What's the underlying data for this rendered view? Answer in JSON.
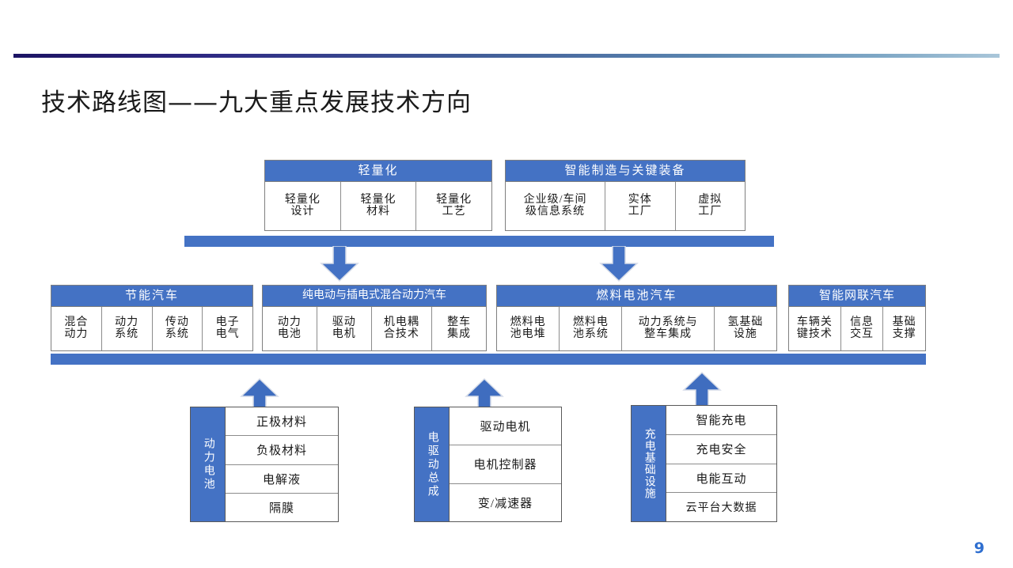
{
  "slide": {
    "title": "技术路线图——九大重点发展技术方向",
    "page_number": "9",
    "accent_color_dark": "#1b1464",
    "accent_color_light": "#a9c6d9",
    "box_header_color": "#4472C4",
    "page_number_color": "#2f6fd0"
  },
  "top_row": [
    {
      "header": "轻量化",
      "cells": [
        "轻量化\n设计",
        "轻量化\n材料",
        "轻量化\n工艺"
      ]
    },
    {
      "header": "智能制造与关键装备",
      "cells": [
        "企业级/车间\n级信息系统",
        "实体\n工厂",
        "虚拟\n工厂"
      ]
    }
  ],
  "middle_row": [
    {
      "header": "节能汽车",
      "cells": [
        "混合\n动力",
        "动力\n系统",
        "传动\n系统",
        "电子\n电气"
      ]
    },
    {
      "header": "纯电动与插电式混合动力汽车",
      "cells": [
        "动力\n电池",
        "驱动\n电机",
        "机电耦\n合技术",
        "整车\n集成"
      ]
    },
    {
      "header": "燃料电池汽车",
      "cells": [
        "燃料电\n池电堆",
        "燃料电\n池系统",
        "动力系统与\n整车集成",
        "氢基础\n设施"
      ]
    },
    {
      "header": "智能网联汽车",
      "cells": [
        "车辆关\n键技术",
        "信息\n交互",
        "基础\n支撑"
      ]
    }
  ],
  "bottom_row": [
    {
      "label": "动力电池",
      "rows": [
        "正极材料",
        "负极材料",
        "电解液",
        "隔膜"
      ]
    },
    {
      "label": "电驱动总成",
      "rows": [
        "驱动电机",
        "电机控制器",
        "变/减速器"
      ]
    },
    {
      "label": "充电基础设施",
      "rows": [
        "智能充电",
        "充电安全",
        "电能互动",
        "云平台大数据"
      ]
    }
  ]
}
